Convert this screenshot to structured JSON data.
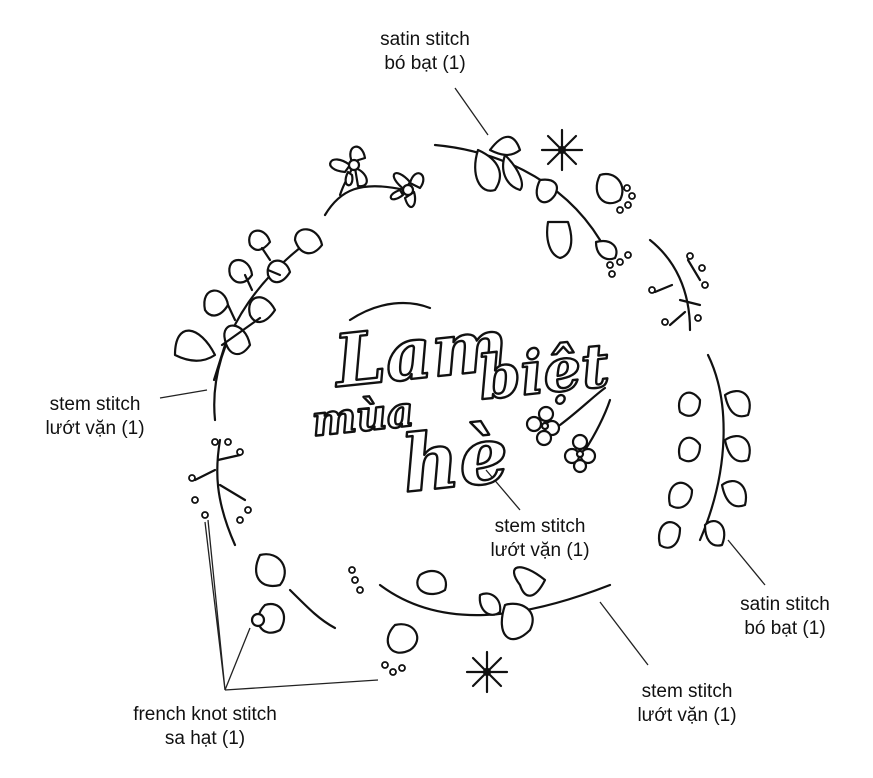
{
  "title_art": {
    "word1": "Lam",
    "word2": "biệt",
    "word3": "mùa",
    "word4": "hè"
  },
  "labels": [
    {
      "id": "top",
      "line1": "satin stitch",
      "line2": "bó bạt (1)"
    },
    {
      "id": "left",
      "line1": "stem stitch",
      "line2": "lướt vặn (1)"
    },
    {
      "id": "center",
      "line1": "stem stitch",
      "line2": "lướt vặn (1)"
    },
    {
      "id": "right",
      "line1": "satin stitch",
      "line2": "bó bạt (1)"
    },
    {
      "id": "bottom-right",
      "line1": "stem stitch",
      "line2": "lướt vặn (1)"
    },
    {
      "id": "bottom-left",
      "line1": "french knot stitch",
      "line2": "sa hạt (1)"
    }
  ],
  "colors": {
    "ink": "#111111",
    "background": "#ffffff"
  }
}
